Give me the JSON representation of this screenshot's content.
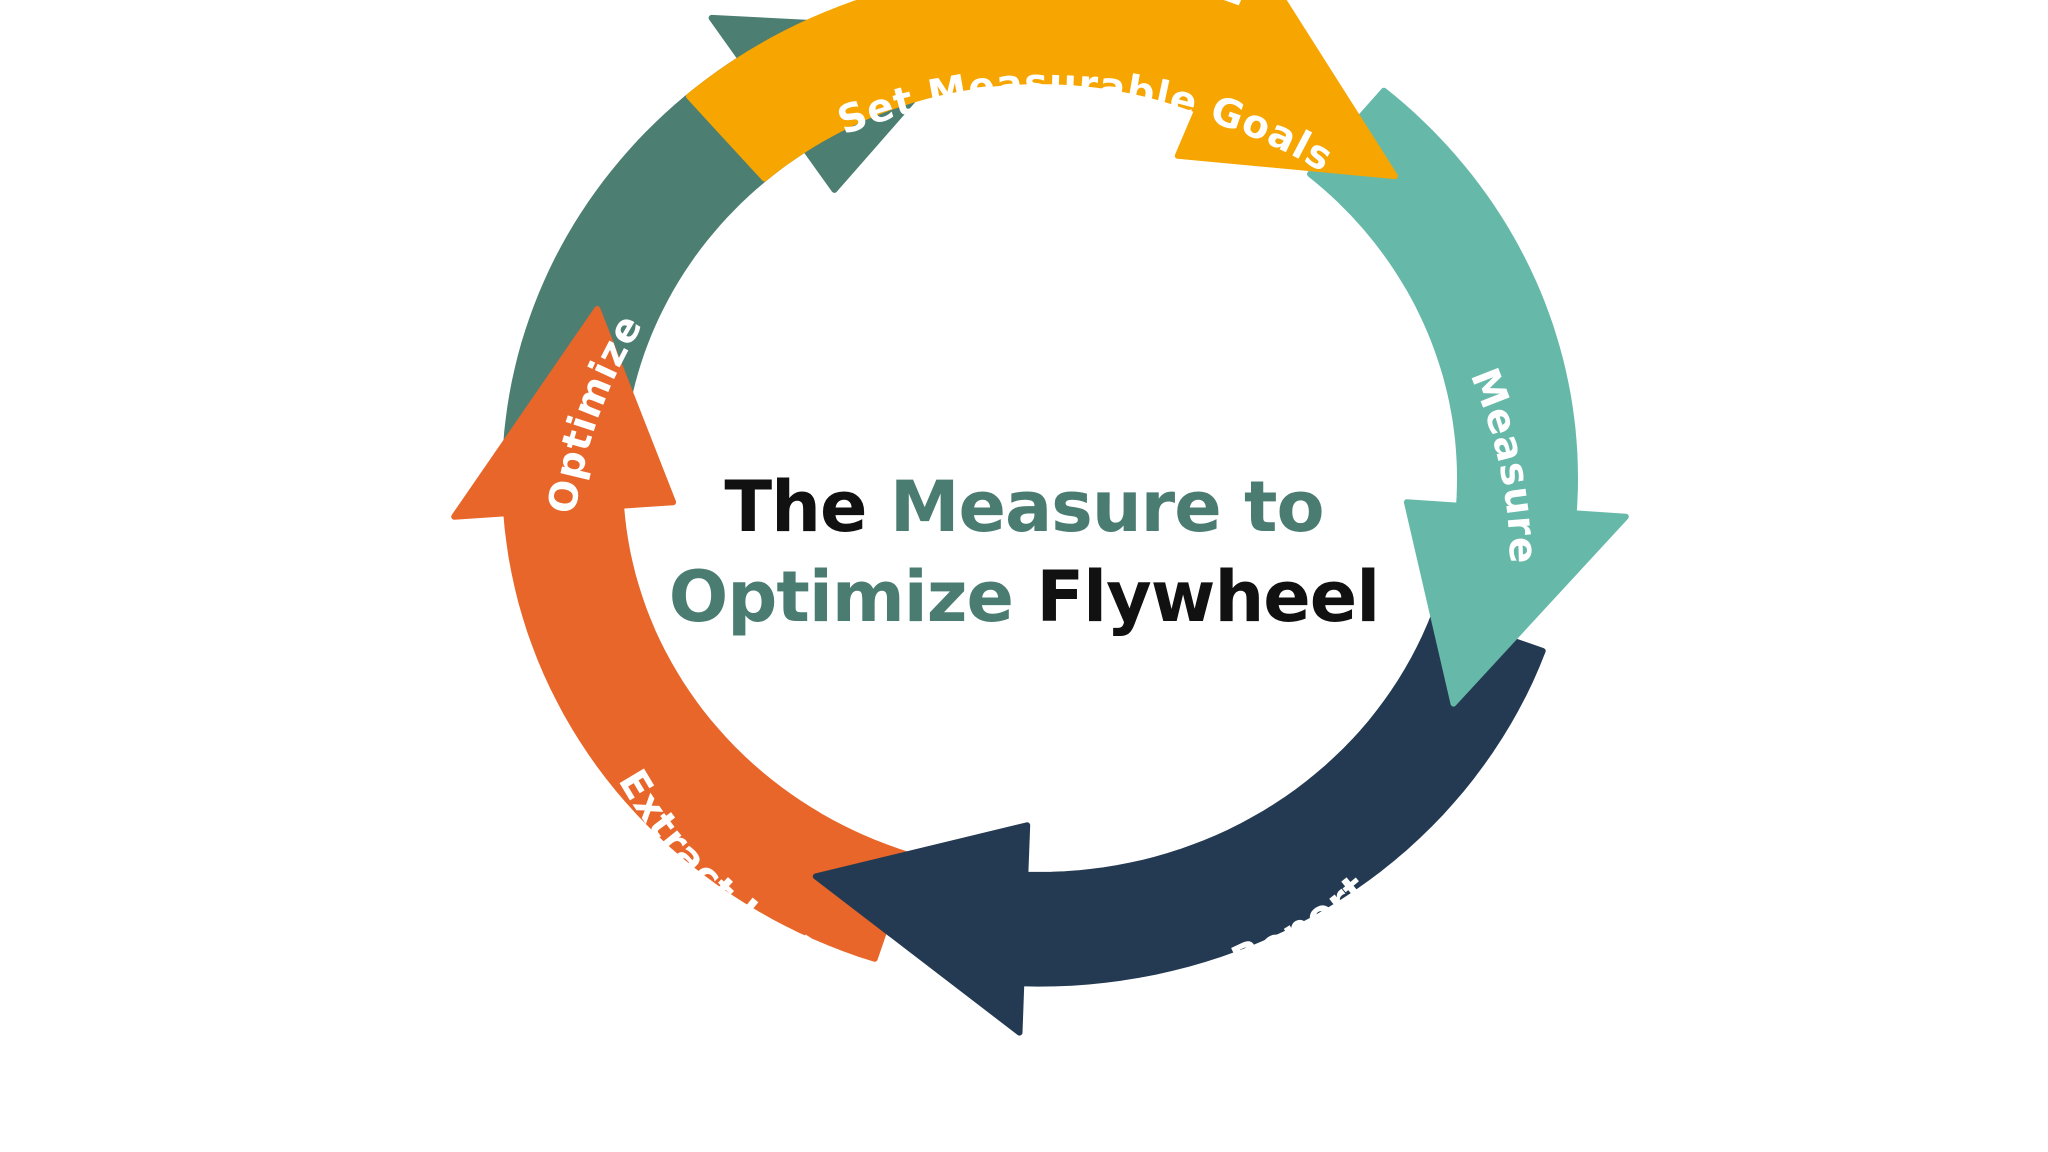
{
  "title": {
    "line1_dark": "The",
    "line1_accent": "Measure to",
    "line2_accent": "Optimize",
    "line2_dark": "Flywheel"
  },
  "segments": [
    {
      "label": "Set Measurable Goals",
      "color": "#f7a500"
    },
    {
      "label": "Measure",
      "color": "#66b9a9"
    },
    {
      "label": "Report",
      "color": "#243a52"
    },
    {
      "label": "Extract Insights",
      "color": "#e8662a"
    },
    {
      "label": "Optimize",
      "color": "#4c7e72"
    }
  ],
  "colors": {
    "title_accent": "#4a7c72",
    "title_dark": "#111111",
    "background": "#ffffff"
  }
}
